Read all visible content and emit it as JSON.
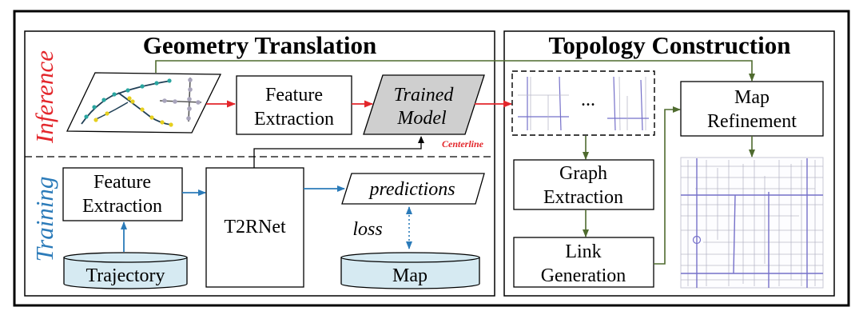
{
  "colors": {
    "inference_red": "#e3262b",
    "training_blue": "#2b7bb9",
    "flow_green": "#4f6b2f",
    "cylinder_fill": "#d6eaf2",
    "trained_model_fill": "#cfcfcf",
    "road_strong": "#7570c9",
    "road_light": "#b9b9c9"
  },
  "geometry_panel": {
    "title": "Geometry Translation",
    "inference_label": "Inference",
    "training_label": "Training",
    "inference": {
      "feature_extraction": [
        "Feature",
        "Extraction"
      ],
      "trained_model": [
        "Trained",
        "Model"
      ],
      "centerline_label": "Centerline"
    },
    "training": {
      "feature_extraction": [
        "Feature",
        "Extraction"
      ],
      "trajectory_db": "Trajectory",
      "network": "T2RNet",
      "predictions": "predictions",
      "loss": "loss",
      "map_db": "Map"
    }
  },
  "topology_panel": {
    "title": "Topology Construction",
    "ellipsis": "...",
    "map_refinement": [
      "Map",
      "Refinement"
    ],
    "graph_extraction": [
      "Graph",
      "Extraction"
    ],
    "link_generation": [
      "Link",
      "Generation"
    ]
  }
}
